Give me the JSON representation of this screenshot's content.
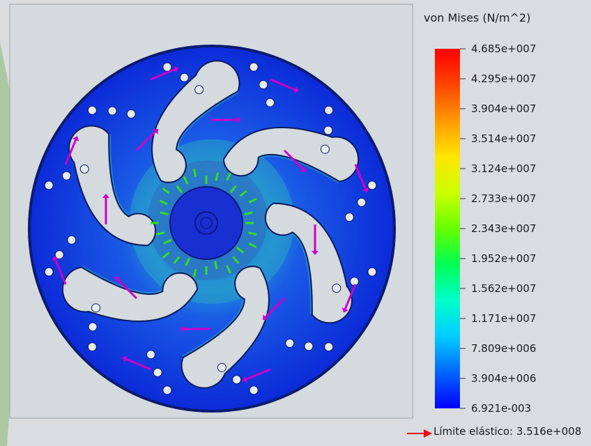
{
  "chart_data": {
    "type": "heatmap",
    "title": "von Mises (N/m^2)",
    "colorbar": {
      "min": 0.006921,
      "max": 46850000,
      "colors": [
        "#0000ff",
        "#0066ff",
        "#00ccff",
        "#00ffcc",
        "#00ff55",
        "#66ff00",
        "#ccff00",
        "#ffe600",
        "#ff9900",
        "#ff4400",
        "#ff0000"
      ],
      "tick_labels": [
        "4.685e+007",
        "4.295e+007",
        "3.904e+007",
        "3.514e+007",
        "3.124e+007",
        "2.733e+007",
        "2.343e+007",
        "1.952e+007",
        "1.562e+007",
        "1.171e+007",
        "7.809e+006",
        "3.904e+006",
        "6.921e-003"
      ]
    },
    "yield_strength": {
      "label": "Límite elástico: 3.516e+008",
      "value": 351600000,
      "marker_color": "#ff0000"
    },
    "annotation_color": "#cc00cc"
  }
}
